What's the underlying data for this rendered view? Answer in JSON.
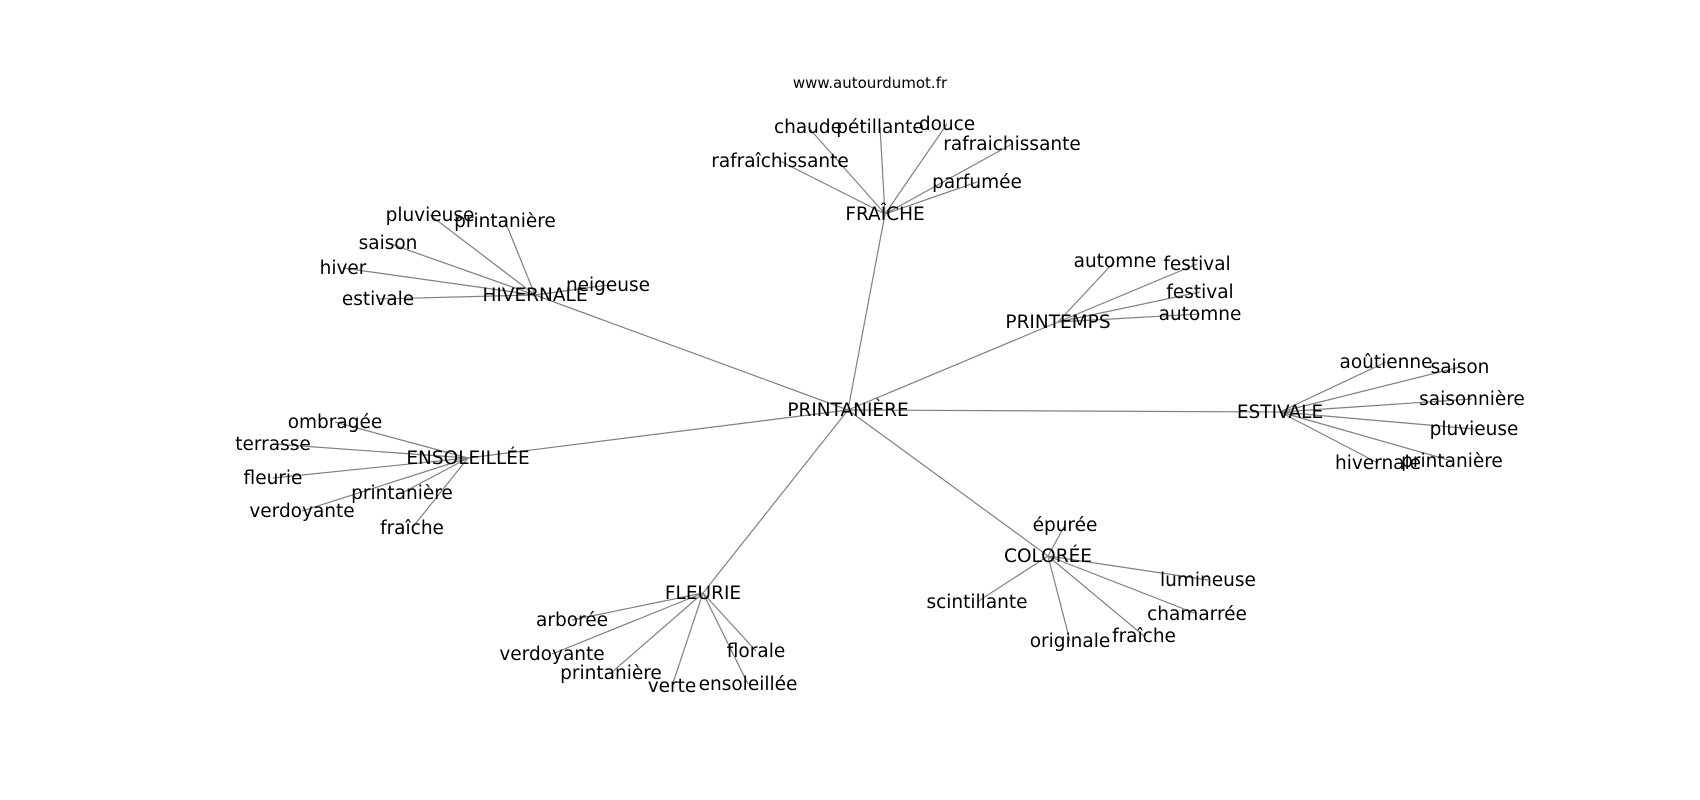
{
  "website": "www.autourdumot.fr",
  "center": {
    "id": "c",
    "label": "PRINTANIÈRE"
  },
  "hubs": [
    {
      "id": "h1",
      "label": "FRAÎCHE"
    },
    {
      "id": "h2",
      "label": "HIVERNALE"
    },
    {
      "id": "h3",
      "label": "PRINTEMPS"
    },
    {
      "id": "h4",
      "label": "ESTIVALE"
    },
    {
      "id": "h5",
      "label": "ENSOLEILLÉE"
    },
    {
      "id": "h6",
      "label": "COLORÉE"
    },
    {
      "id": "h7",
      "label": "FLEURIE"
    }
  ],
  "leaves": [
    {
      "hub": "h1",
      "label": "chaude"
    },
    {
      "hub": "h1",
      "label": "pétillante"
    },
    {
      "hub": "h1",
      "label": "douce"
    },
    {
      "hub": "h1",
      "label": "rafraichissante"
    },
    {
      "hub": "h1",
      "label": "rafraîchissante"
    },
    {
      "hub": "h1",
      "label": "parfumée"
    },
    {
      "hub": "h2",
      "label": "pluvieuse"
    },
    {
      "hub": "h2",
      "label": "printanière"
    },
    {
      "hub": "h2",
      "label": "saison"
    },
    {
      "hub": "h2",
      "label": "hiver"
    },
    {
      "hub": "h2",
      "label": "estivale"
    },
    {
      "hub": "h2",
      "label": "neigeuse"
    },
    {
      "hub": "h3",
      "label": "automne"
    },
    {
      "hub": "h3",
      "label": "festival"
    },
    {
      "hub": "h3",
      "label": "festival"
    },
    {
      "hub": "h3",
      "label": "automne"
    },
    {
      "hub": "h4",
      "label": "aoûtienne"
    },
    {
      "hub": "h4",
      "label": "saison"
    },
    {
      "hub": "h4",
      "label": "saisonnière"
    },
    {
      "hub": "h4",
      "label": "pluvieuse"
    },
    {
      "hub": "h4",
      "label": "printanière"
    },
    {
      "hub": "h4",
      "label": "hivernale"
    },
    {
      "hub": "h5",
      "label": "ombragée"
    },
    {
      "hub": "h5",
      "label": "terrasse"
    },
    {
      "hub": "h5",
      "label": "fleurie"
    },
    {
      "hub": "h5",
      "label": "printanière"
    },
    {
      "hub": "h5",
      "label": "verdoyante"
    },
    {
      "hub": "h5",
      "label": "fraîche"
    },
    {
      "hub": "h6",
      "label": "épurée"
    },
    {
      "hub": "h6",
      "label": "lumineuse"
    },
    {
      "hub": "h6",
      "label": "scintillante"
    },
    {
      "hub": "h6",
      "label": "chamarrée"
    },
    {
      "hub": "h6",
      "label": "originale"
    },
    {
      "hub": "h6",
      "label": "fraîche"
    },
    {
      "hub": "h7",
      "label": "arborée"
    },
    {
      "hub": "h7",
      "label": "verdoyante"
    },
    {
      "hub": "h7",
      "label": "printanière"
    },
    {
      "hub": "h7",
      "label": "verte"
    },
    {
      "hub": "h7",
      "label": "florale"
    },
    {
      "hub": "h7",
      "label": "ensoleillée"
    }
  ]
}
